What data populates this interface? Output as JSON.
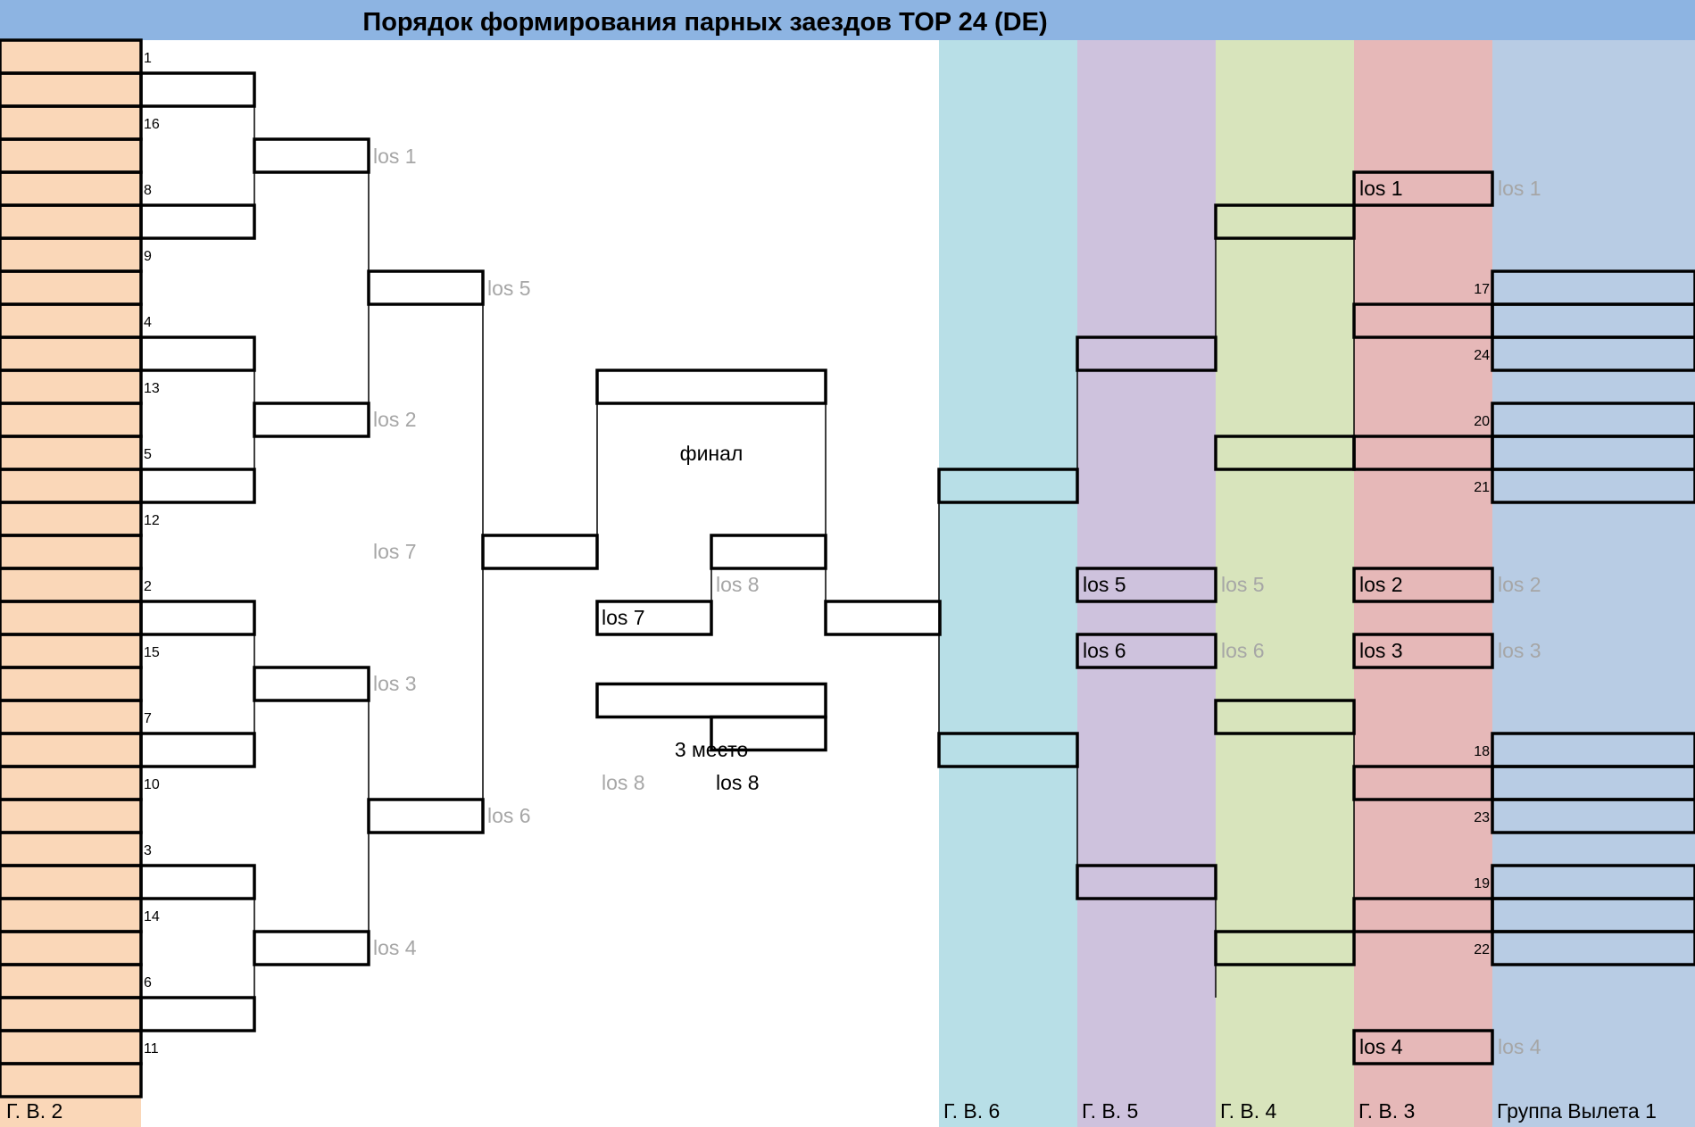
{
  "title": "Порядок формирования парных заездов TOP 24 (DE)",
  "colors": {
    "header": "#8db4e2",
    "group2": "#fad7b8",
    "group6": "#b8dfe7",
    "group5": "#cec2dd",
    "group4": "#d8e4bc",
    "group3": "#e6b8b8",
    "group1": "#b8cce4",
    "gray_text": "#a6a6a6"
  },
  "columns": {
    "g2": "Г. В. 2",
    "g6": "Г. В. 6",
    "g5": "Г. В. 5",
    "g4": "Г. В. 4",
    "g3": "Г. В. 3",
    "g1": "Группа Вылета 1"
  },
  "seeds_left": [
    "1",
    "16",
    "8",
    "9",
    "4",
    "13",
    "5",
    "12",
    "2",
    "15",
    "7",
    "10",
    "3",
    "14",
    "6",
    "11"
  ],
  "seeds_right": [
    "17",
    "24",
    "20",
    "21",
    "18",
    "23",
    "19",
    "22"
  ],
  "left_los": {
    "r2_1": "los 1",
    "r2_2": "los 2",
    "r2_3": "los 3",
    "r2_4": "los 4",
    "r3_1": "los  5",
    "r3_2": "los 6",
    "mid": "los 7"
  },
  "center": {
    "final": "финал",
    "third_place": "3 место",
    "los7_box": "los 7",
    "los8_gray_upper": "los 8",
    "los8_gray_lower": "los 8",
    "los8_box": "los 8"
  },
  "g5_boxes": {
    "a": "los 5",
    "b": "los 6"
  },
  "g4_gray": {
    "a": "los  5",
    "b": "los 6"
  },
  "g3_boxes": {
    "a": "los 1",
    "b": "los 2",
    "c": "los 3",
    "d": "los 4"
  },
  "g1_gray": {
    "a": "los 1",
    "b": "los 2",
    "c": "los 3",
    "d": "los 4"
  }
}
